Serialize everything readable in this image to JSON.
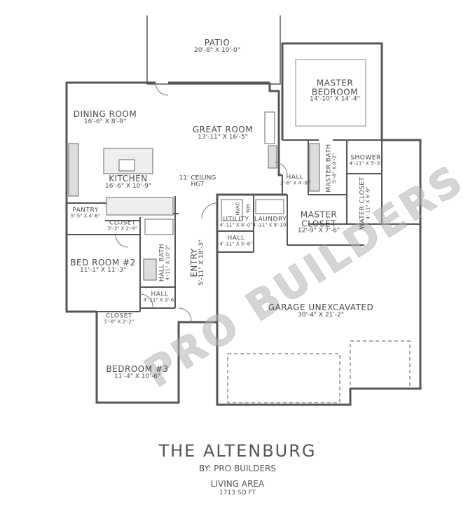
{
  "rooms": {
    "patio": {
      "name": "PATIO",
      "dims": "20'-8\" X 10'-0\""
    },
    "master_bedroom": {
      "name": "MASTER BEDROOM",
      "dims": "14'-10\" X 14'-4\""
    },
    "dining_room": {
      "name": "DINING ROOM",
      "dims": "16'-6\" X 8'-9\""
    },
    "great_room": {
      "name": "GREAT ROOM",
      "dims": "13'-11\" X 16'-5\""
    },
    "ceiling_note": {
      "line1": "11' CEILING",
      "line2": "HGT"
    },
    "kitchen": {
      "name": "KITCHEN",
      "dims": "16'-6\" X 10'-9\""
    },
    "hall_master": {
      "name": "HALL",
      "dims": "3'-6\" X 4'-8\""
    },
    "master_bath": {
      "name": "MASTER BATH",
      "dims": "5'-8\" X 9'-2\""
    },
    "shower": {
      "name": "SHOWER",
      "dims": "4'-11\" X 5'-3\""
    },
    "water_closet": {
      "name": "WATER CLOSET",
      "dims": "4'-11\" X 6'-9\""
    },
    "pantry": {
      "name": "PANTRY",
      "dims": "5'-5\" X 4'-6\""
    },
    "closet_hall": {
      "name": "CLOSET",
      "dims": "5'-3\" X 2'-9\""
    },
    "utility": {
      "name": "UTILITY",
      "dims": "4'-11\" X 8'-0\""
    },
    "hvac": {
      "name": "HVAC"
    },
    "wh": {
      "name": "WH"
    },
    "laundry": {
      "name": "LAUNDRY",
      "dims": "4'-11\" X 8'-10\""
    },
    "master_closet": {
      "name": "MASTER CLOSET",
      "dims": "12'-9\" X 7'-6\""
    },
    "hall_utility": {
      "name": "HALL",
      "dims": "4'-11\" X 5'-6\""
    },
    "bedroom2": {
      "name": "BED ROOM #2",
      "dims": "11'-1\" X 11'-3\""
    },
    "hall_bath": {
      "name": "HALL BATH",
      "dims": "4'-11\" X 10'-2\""
    },
    "entry": {
      "name": "ENTRY",
      "dims": "5'-11\" X 18'-3\""
    },
    "hall_bed": {
      "name": "HALL",
      "dims": "4'-11\" X 3'-6\""
    },
    "closet_bed3": {
      "name": "CLOSET",
      "dims": "5'-8\" X 2'-2\""
    },
    "garage": {
      "name": "GARAGE UNEXCAVATED",
      "dims": "30'-4\" X 21'-2\""
    },
    "bedroom3": {
      "name": "BEDROOM #3",
      "dims": "11'-4\" X 10'-6\""
    }
  },
  "watermark": "PRO BUILDERS",
  "footer": {
    "title": "THE ALTENBURG",
    "byline": "BY: PRO BUILDERS",
    "area_label": "LIVING AREA",
    "area_value": "1713 SQ FT"
  },
  "colors": {
    "wall": "#555555",
    "fixture": "#cccccc"
  }
}
